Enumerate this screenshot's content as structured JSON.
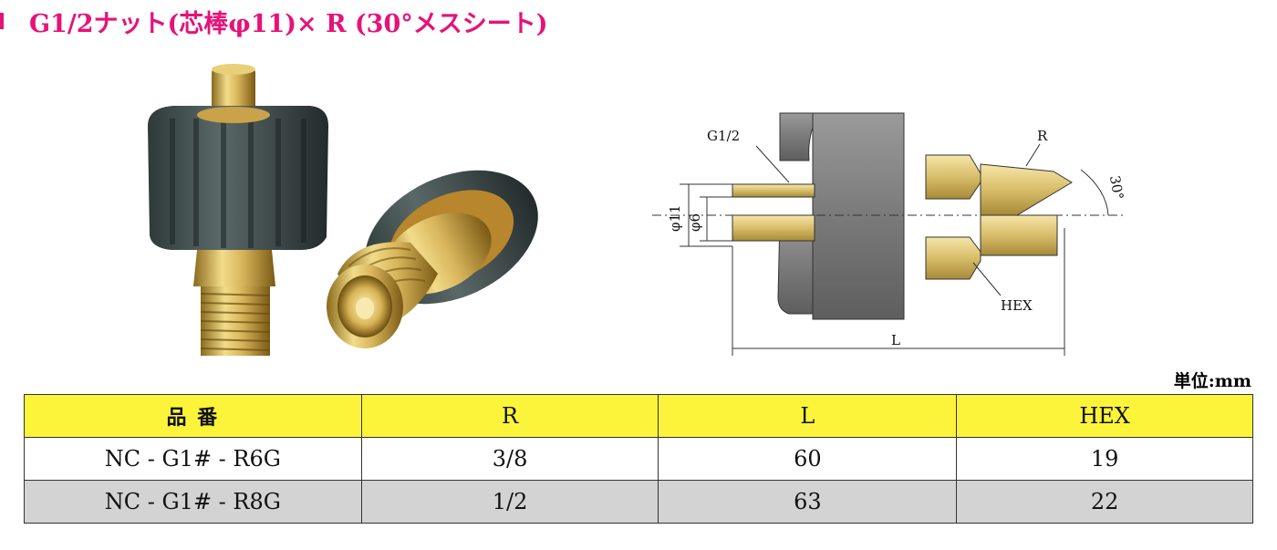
{
  "title": "G1/2ナット(芯棒φ11)× R (30°メスシート)",
  "unit_label": "単位:mm",
  "diagram": {
    "label_g12": "G1/2",
    "label_r": "R",
    "label_angle": "30°",
    "label_d11": "φ11",
    "label_d6": "φ6",
    "label_hex": "HEX",
    "label_l": "L"
  },
  "table": {
    "headers": [
      "品 番",
      "R",
      "L",
      "HEX"
    ],
    "rows": [
      [
        "NC - G1# - R6G",
        "3/8",
        "60",
        "19"
      ],
      [
        "NC - G1# - R8G",
        "1/2",
        "63",
        "22"
      ]
    ]
  }
}
